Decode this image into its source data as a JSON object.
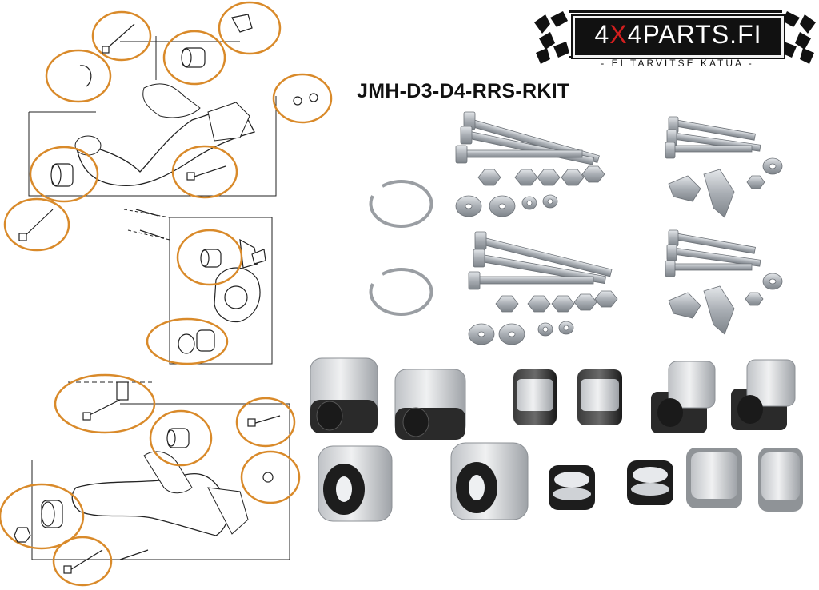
{
  "brand": {
    "name_prefix": "4",
    "name_x": "X",
    "name_suffix": "4PARTS.FI",
    "tagline": "- EI TARVITSE KATUA -",
    "accent_color": "#d11e1e"
  },
  "kit": {
    "code": "JMH-D3-D4-RRS-RKIT"
  },
  "colors": {
    "highlight_ring": "#d98a2a",
    "metal": "#b9bec4",
    "rubber": "#1e1e1e",
    "bushing_shell": "#c9ccd0"
  },
  "diagram": {
    "highlighted_parts_upper_arm": 8,
    "highlighted_parts_knuckle": 2,
    "highlighted_parts_lower_arm": 6
  },
  "photos": {
    "hardware_sets": 2,
    "circlips": 2,
    "bushings": 12
  }
}
